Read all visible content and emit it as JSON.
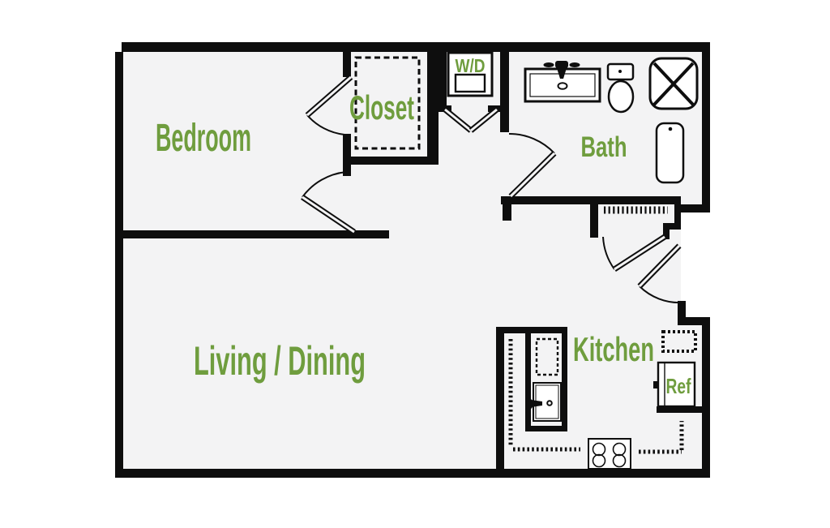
{
  "floor_plan": {
    "type": "apartment-floor-plan",
    "colors": {
      "wall": "#0e0e0e",
      "floor": "#f3f3f4",
      "outside": "#ffffff",
      "label": "#6f9d3e"
    },
    "rooms": [
      {
        "id": "bedroom",
        "label": "Bedroom"
      },
      {
        "id": "bedroom-closet",
        "label": "Closet"
      },
      {
        "id": "washer-dryer",
        "label": "W/D"
      },
      {
        "id": "bathroom",
        "label": "Bath"
      },
      {
        "id": "living-dining",
        "label": "Living / Dining"
      },
      {
        "id": "kitchen",
        "label": "Kitchen"
      },
      {
        "id": "refrigerator",
        "label": "Ref"
      }
    ],
    "fixtures": [
      "bath-vanity-sink",
      "toilet",
      "shower",
      "tall-fixture",
      "washer-dryer-unit",
      "hall-closet-rod",
      "dishwasher",
      "kitchen-sink",
      "stove-cooktop",
      "refrigerator",
      "upper-cabinets"
    ],
    "doors": [
      "bedroom-closet-door",
      "bedroom-door",
      "wd-bifold-door",
      "bath-door",
      "hall-closet-door",
      "entry-door"
    ]
  }
}
